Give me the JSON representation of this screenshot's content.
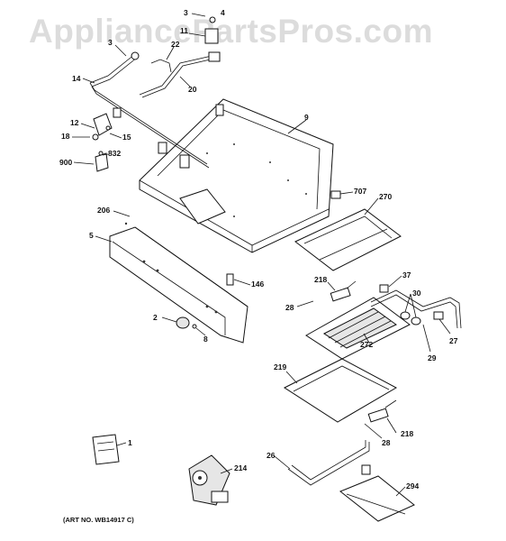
{
  "watermark": "AppliancePartsPros.com",
  "art_number": "(ART NO. WB14917 C)",
  "callouts": {
    "c3a": "3",
    "c4": "4",
    "c11": "11",
    "c3b": "3",
    "c22": "22",
    "c20": "20",
    "c14": "14",
    "c9": "9",
    "c12": "12",
    "c18": "18",
    "c15": "15",
    "c832": "832",
    "c900": "900",
    "c707": "707",
    "c270": "270",
    "c206": "206",
    "c5": "5",
    "c37": "37",
    "c218a": "218",
    "c146": "146",
    "c30": "30",
    "c28a": "28",
    "c2": "2",
    "c8": "8",
    "c272": "272",
    "c27": "27",
    "c29": "29",
    "c219": "219",
    "c28b": "28",
    "c218b": "218",
    "c1": "1",
    "c214": "214",
    "c26": "26",
    "c294": "294"
  }
}
